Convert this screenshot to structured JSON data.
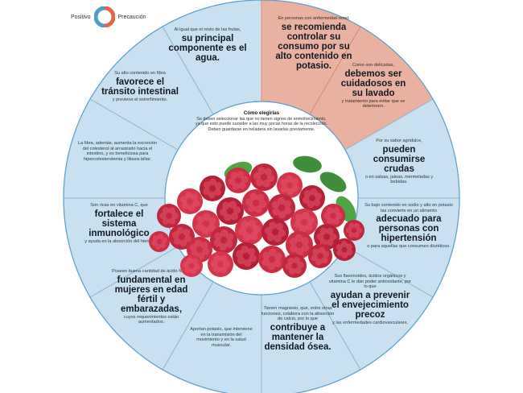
{
  "legend": {
    "positive_label": "Positivo",
    "caution_label": "Precaución"
  },
  "colors": {
    "positive": "#c8e0ef",
    "caution": "#e9b2a0",
    "positive_icon": "#4f9ccd",
    "caution_icon": "#e2664a",
    "ring_border": "#5aa1cf",
    "divider": "#8db8d4"
  },
  "center": {
    "title": "Cómo elegirlas",
    "text": "Se deben seleccionar las que no tienen signos de enmohecimiento, ya que esto puede suceder a las muy pocas horas de la recolección. Deben guardarse en heladera sin lavarlas previamente."
  },
  "segments": [
    {
      "type": "positive",
      "pre": "Al igual que el resto de las frutas,",
      "bold": "su principal componente es el agua.",
      "post": ""
    },
    {
      "type": "caution",
      "pre": "En personas con enfermedad renal,",
      "bold": "se recomienda controlar su consumo por su alto contenido en potasio.",
      "post": ""
    },
    {
      "type": "caution",
      "pre": "Como son delicadas,",
      "bold": "debemos ser cuidadosos en su lavado",
      "post": "y tratamiento para evitar que se deterioren."
    },
    {
      "type": "positive",
      "pre": "Por su sabor agridulce,",
      "bold": "pueden consumirse crudas",
      "post": "o en salsas, jaleas, mermeladas y bebidas."
    },
    {
      "type": "positive",
      "pre": "Su bajo contenido en sodio y alto en potasio las convierte en un alimento",
      "bold": "adecuado para personas con hipertensión",
      "post": "o para aquellas que consumen diuréticos."
    },
    {
      "type": "positive",
      "pre": "Sus flavonoides, ácidos orgánicos y vitamina C le dan poder antioxidante, por lo que",
      "bold": "ayudan a prevenir el envejecimiento precoz",
      "post": "y las enfermedades cardiovasculares."
    },
    {
      "type": "positive",
      "pre": "Tienen magnesio, que, entre otras funciones, colabora con la absorción de calcio, por lo que",
      "bold": "contribuye a mantener la densidad ósea.",
      "post": ""
    },
    {
      "type": "positive",
      "pre": "Aportan potasio, que interviene en la transmisión del movimiento y en la salud muscular.",
      "bold": "",
      "post": ""
    },
    {
      "type": "positive",
      "pre": "Poseen buena cantidad de ácido fólico,",
      "bold": "fundamental en mujeres en edad fértil y embarazadas,",
      "post": "cuyos requerimientos están aumentados."
    },
    {
      "type": "positive",
      "pre": "Son ricas en vitamina C, que",
      "bold": "fortalece el sistema inmunológico",
      "post": "y ayuda en la absorción del hierro."
    },
    {
      "type": "positive",
      "pre": "La fibra, además, aumenta la excreción del colesterol al arrastrarlo hacia el intestino, y es beneficiosa para hipercolesterolemia y litiasis biliar.",
      "bold": "",
      "post": ""
    },
    {
      "type": "positive",
      "pre": "Su alto contenido en fibra",
      "bold": "favorece el tránsito intestinal",
      "post": "y previene el estreñimiento."
    }
  ]
}
